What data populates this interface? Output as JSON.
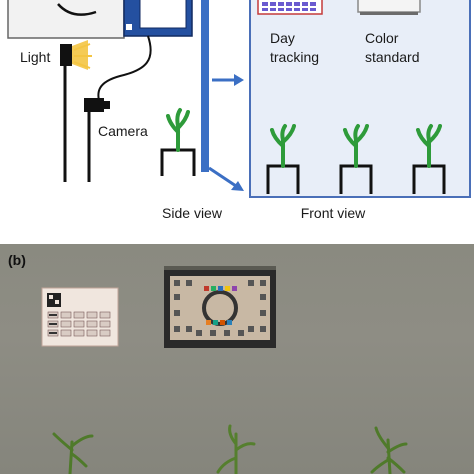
{
  "panel_a": {
    "labels": {
      "light": "Light",
      "camera": "Camera",
      "side_view": "Side view",
      "front_view": "Front view",
      "day_tracking_line1": "Day",
      "day_tracking_line2": "tracking",
      "color_standard_line1": "Color",
      "color_standard_line2": "standard"
    },
    "colors": {
      "arrow_blue": "#3b6fc4",
      "box_fill": "#e8eef8",
      "box_border": "#4a6fb8",
      "plant_green": "#2e9b3a"
    }
  },
  "panel_b": {
    "label": "(b)",
    "wall_color": "#8a8a80"
  }
}
